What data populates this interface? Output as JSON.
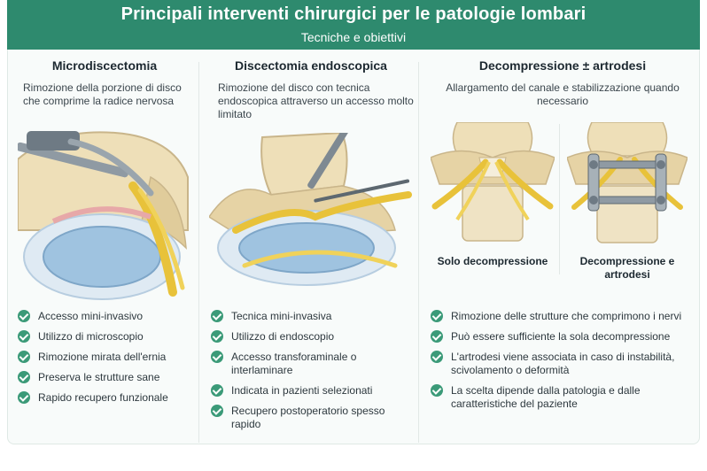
{
  "header": {
    "title": "Principali interventi chirurgici per le patologie lombari",
    "subtitle": "Tecniche e obiettivi"
  },
  "columns": [
    {
      "title": "Microdiscectomia",
      "description": "Rimozione della porzione di disco che comprime la radice nervosa",
      "checks": [
        "Accesso mini-invasivo",
        "Utilizzo di microscopio",
        "Rimozione mirata dell'ernia",
        "Preserva le strutture sane",
        "Rapido recupero funzionale"
      ]
    },
    {
      "title": "Discectomia endoscopica",
      "description": "Rimozione del disco con tecnica endoscopica attraverso un accesso molto limitato",
      "checks": [
        "Tecnica mini-invasiva",
        "Utilizzo di endoscopio",
        "Accesso transforaminale o interlaminare",
        "Indicata in pazienti selezionati",
        "Recupero postoperatorio spesso rapido"
      ]
    },
    {
      "title": "Decompressione ± artrodesi",
      "description": "Allargamento del canale e stabilizzazione quando necessario",
      "sublabels": [
        "Solo decompressione",
        "Decompressione e artrodesi"
      ],
      "checks": [
        "Rimozione delle strutture che comprimono i nervi",
        "Può essere sufficiente la sola decompressione",
        "L'artrodesi viene associata in caso di instabilità, scivolamento o deformità",
        "La scelta dipende dalla patologia e dalle caratteristiche del paziente"
      ]
    }
  ],
  "colors": {
    "accent": "#2e8a6e",
    "check": "#3b9a78",
    "disc": "#8fb6d6",
    "bone": "#eedfb8",
    "nerve": "#e8c23a"
  },
  "icons": [
    "check-circle-icon"
  ]
}
